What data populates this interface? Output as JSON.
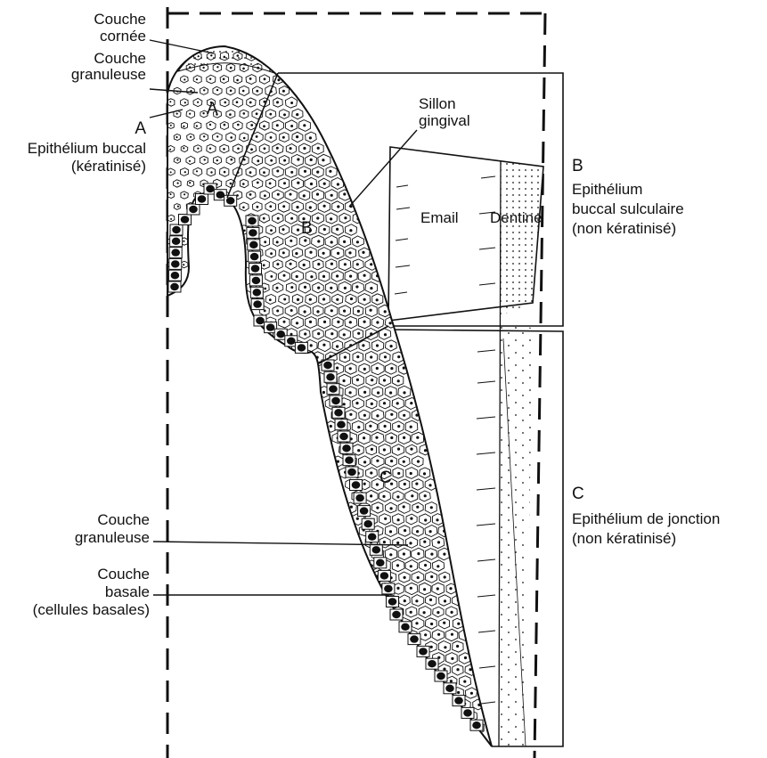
{
  "colors": {
    "ink": "#111111",
    "paper": "#ffffff",
    "nucleus": "#111111"
  },
  "labels": {
    "couche_cornee": [
      "Couche",
      "cornée"
    ],
    "couche_granuleuse_top": [
      "Couche",
      "granuleuse"
    ],
    "epithelium_buccal": [
      "A",
      "Epithélium buccal",
      "(kératinisé)"
    ],
    "sillon_gingival": [
      "Sillon",
      "gingival"
    ],
    "epithelium_sulculaire": [
      "B",
      "Epithélium",
      "buccal sulculaire",
      "(non kératinisé)"
    ],
    "epithelium_jonction": [
      "C",
      "Epithélium de jonction",
      "(non kératinisé)"
    ],
    "couche_granuleuse_bottom": [
      "Couche",
      "granuleuse"
    ],
    "couche_basale": [
      "Couche",
      "basale",
      "(cellules basales)"
    ],
    "email": "Email",
    "dentine": "Dentine",
    "region_a": "A",
    "region_b": "B",
    "region_c": "C"
  }
}
